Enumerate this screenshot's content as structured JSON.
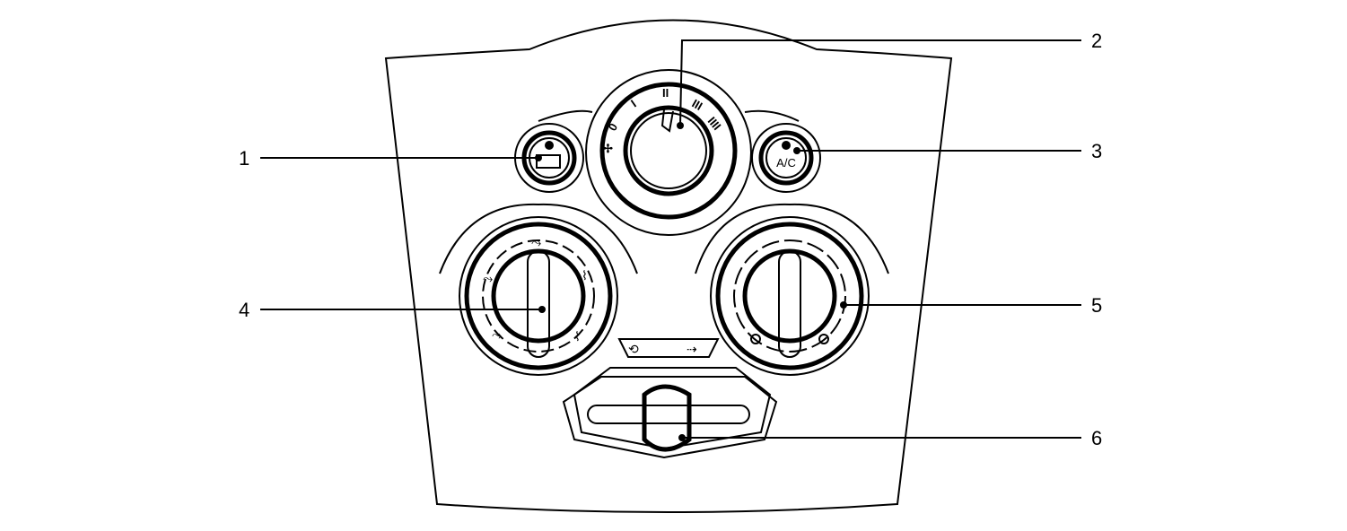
{
  "callouts": {
    "c1": "1",
    "c2": "2",
    "c3": "3",
    "c4": "4",
    "c5": "5",
    "c6": "6"
  },
  "ac_button": {
    "label": "A/C"
  },
  "fan_knob": {
    "speeds": [
      "0",
      "I",
      "II",
      "III",
      "IIII"
    ]
  },
  "icons": [
    "rear-defrost-icon",
    "fan-icon",
    "face-vent-icon",
    "bi-level-icon",
    "foot-icon",
    "defrost-icon",
    "recirculation-icon",
    "fresh-air-icon"
  ]
}
